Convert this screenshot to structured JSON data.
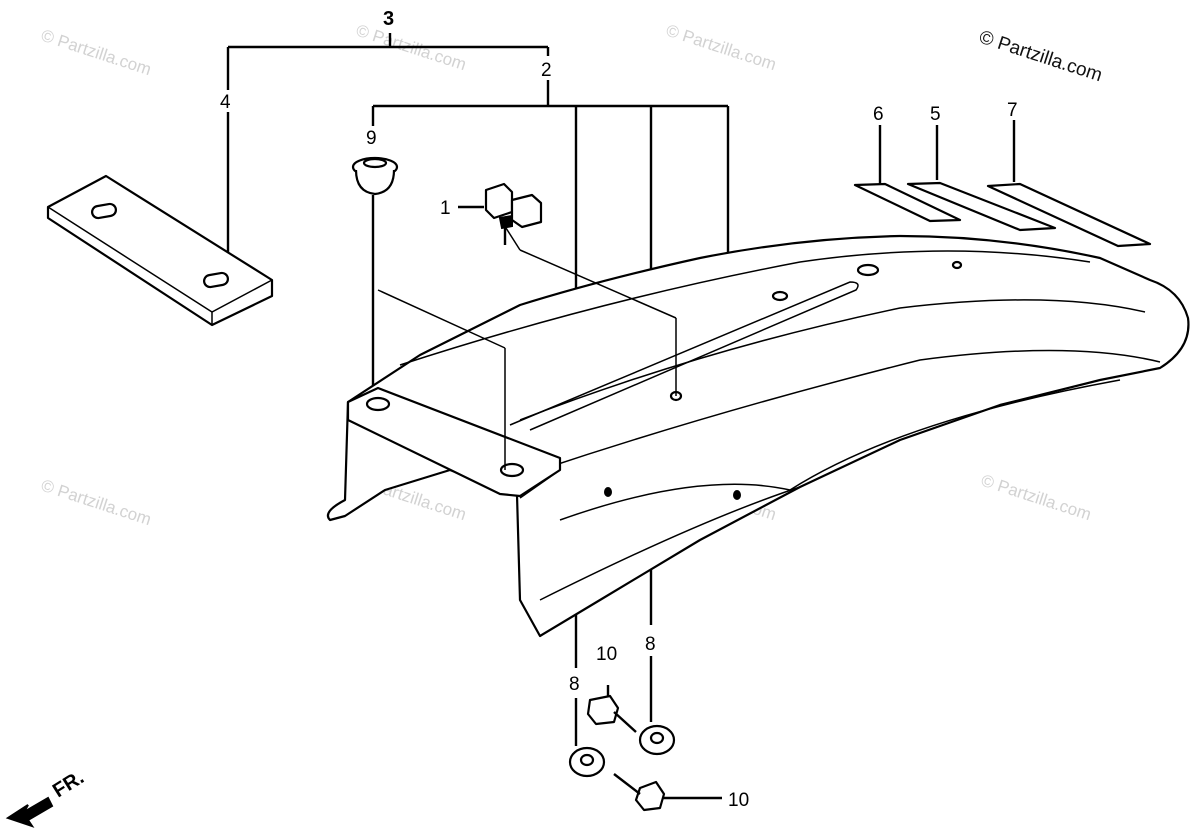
{
  "copyright": "© Partzilla.com",
  "watermark": "© Partzilla.com",
  "front_label": "FR.",
  "callouts": {
    "c1": "1",
    "c2": "2",
    "c3": "3",
    "c4": "4",
    "c5": "5",
    "c6": "6",
    "c7": "7",
    "c8a": "8",
    "c8b": "8",
    "c9": "9",
    "c10a": "10",
    "c10b": "10"
  }
}
